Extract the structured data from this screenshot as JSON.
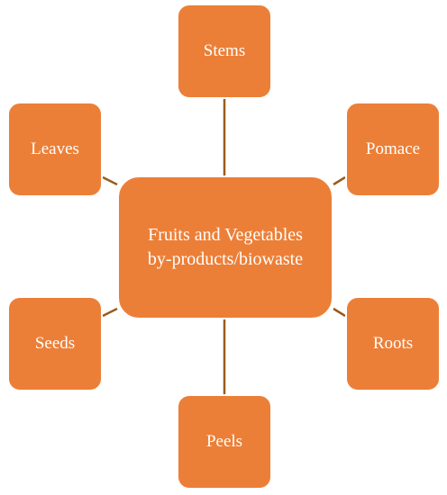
{
  "colors": {
    "node_fill": "#ec7f37",
    "connector": "#9a5b1a",
    "node_border": "#ffffff",
    "text": "#ffffff"
  },
  "center": {
    "line1": "Fruits and Vegetables",
    "line2": "by-products/biowaste"
  },
  "nodes": {
    "stems": "Stems",
    "pomace": "Pomace",
    "roots": "Roots",
    "peels": "Peels",
    "seeds": "Seeds",
    "leaves": "Leaves"
  }
}
